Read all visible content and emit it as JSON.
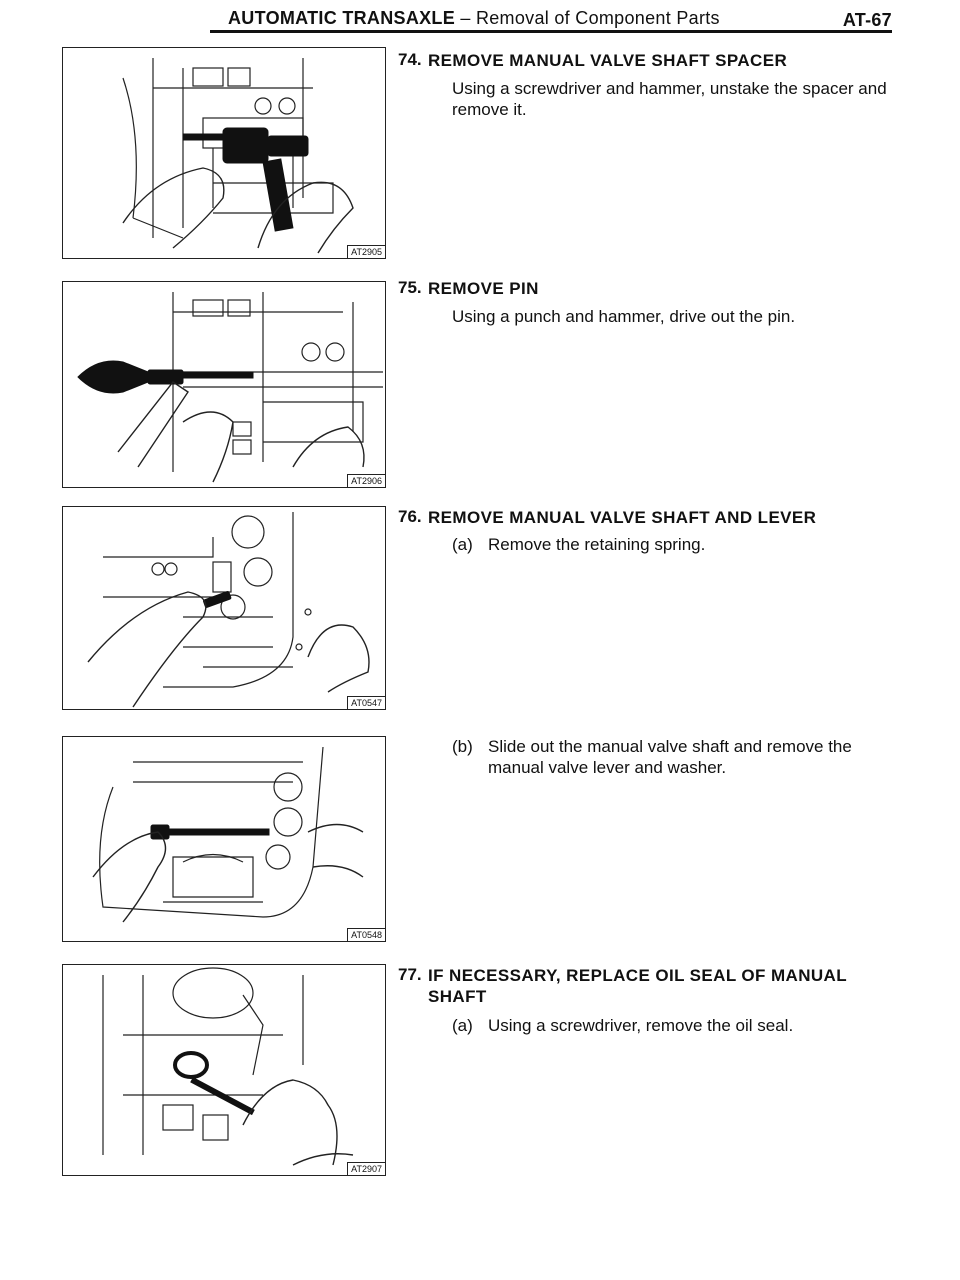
{
  "header": {
    "title_main": "AUTOMATIC TRANSAXLE",
    "title_sub": " – Removal of Component Parts",
    "page_number": "AT-67"
  },
  "figures": [
    {
      "code": "AT2905",
      "icon": "hammer-screwdriver-illustration"
    },
    {
      "code": "AT2906",
      "icon": "punch-hammer-illustration"
    },
    {
      "code": "AT0547",
      "icon": "retaining-spring-illustration"
    },
    {
      "code": "AT0548",
      "icon": "valve-shaft-illustration"
    },
    {
      "code": "AT2907",
      "icon": "oil-seal-illustration"
    }
  ],
  "steps": [
    {
      "number": "74.",
      "heading": "REMOVE MANUAL VALVE SHAFT SPACER",
      "text": "Using a screwdriver and hammer, unstake the spacer and remove it."
    },
    {
      "number": "75.",
      "heading": "REMOVE PIN",
      "text": "Using a punch and hammer, drive out the pin."
    },
    {
      "number": "76.",
      "heading": "REMOVE MANUAL VALVE SHAFT AND LEVER",
      "sub_a_label": "(a)",
      "sub_a_text": "Remove the retaining spring.",
      "sub_b_label": "(b)",
      "sub_b_text": "Slide out the manual valve shaft and remove the manual valve lever and washer."
    },
    {
      "number": "77.",
      "heading": "IF NECESSARY, REPLACE OIL SEAL OF MANUAL SHAFT",
      "sub_a_label": "(a)",
      "sub_a_text": "Using a screwdriver, remove the oil seal."
    }
  ]
}
